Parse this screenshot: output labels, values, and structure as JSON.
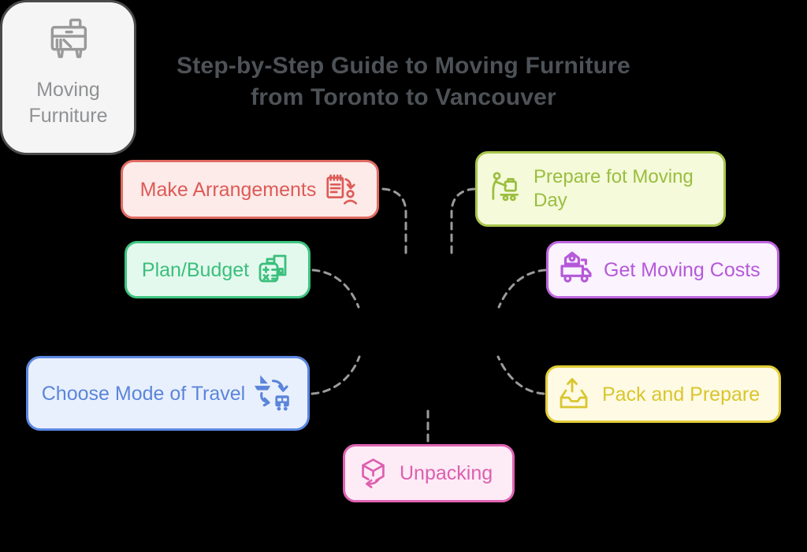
{
  "background": "#000000",
  "title": {
    "line1": "Step-by-Step Guide to Moving Furniture",
    "line2": "from Toronto to Vancouver",
    "color": "#4d5257"
  },
  "connector_color": "#9b9b9b",
  "center": {
    "id": "moving-furniture",
    "label_line1": "Moving",
    "label_line2": "Furniture",
    "fill": "#f5f5f6",
    "border": "#4a4a4a",
    "text": "#8f9193",
    "icon_color": "#9a9a9a",
    "icon": "furniture-dresser"
  },
  "nodes": [
    {
      "id": "make-arrangements",
      "label": "Make Arrangements",
      "icon": "clipboard-person",
      "fill": "#fcebe9",
      "border": "#df6a62",
      "text": "#dd5b57"
    },
    {
      "id": "prepare-for-moving-day",
      "label": "Prepare fot Moving Day",
      "icon": "person-luggage-cart",
      "fill": "#f5fada",
      "border": "#a9c64d",
      "text": "#9abe3f"
    },
    {
      "id": "plan-budget",
      "label": "Plan/Budget",
      "icon": "calculator-document",
      "fill": "#e4f9ee",
      "border": "#3ec47f",
      "text": "#3bbf7c"
    },
    {
      "id": "get-moving-costs",
      "label": "Get Moving Costs",
      "icon": "house-truck",
      "fill": "#fbf3fe",
      "border": "#bd66de",
      "text": "#b559d9"
    },
    {
      "id": "choose-mode-of-travel",
      "label": "Choose Mode of Travel",
      "icon": "ship-bus-swap",
      "fill": "#e9f0fd",
      "border": "#5b87e0",
      "text": "#5b85da"
    },
    {
      "id": "pack-and-prepare",
      "label": "Pack and Prepare",
      "icon": "outbox-arrow-up",
      "fill": "#fefae4",
      "border": "#e2ce37",
      "text": "#d9c62e"
    },
    {
      "id": "unpacking",
      "label": "Unpacking",
      "icon": "unboxing-cube",
      "fill": "#fdebf6",
      "border": "#df63b2",
      "text": "#dd5fae"
    }
  ]
}
